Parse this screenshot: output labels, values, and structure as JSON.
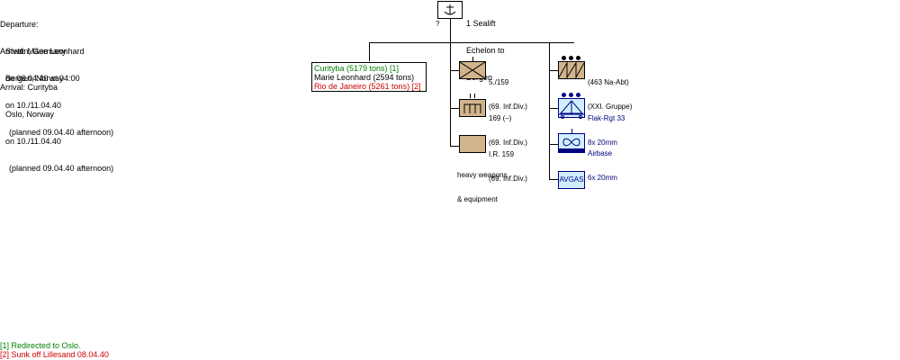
{
  "departure": {
    "heading": "Departure:",
    "place": "Stettin, Germany",
    "time": "on 06.04.40 at 04:00"
  },
  "arrival_1": {
    "heading": "Arrival: Marie Leonhard",
    "place": "Bergen, Norway",
    "date": "on 10./11.04.40",
    "planned": "(planned 09.04.40 afternoon)"
  },
  "arrival_2": {
    "heading": "Arrival: Curityba",
    "place": "Oslo, Norway",
    "date": "on 10./11.04.40",
    "planned": "(planned 09.04.40 afternoon)"
  },
  "root": {
    "line1": "1 Sealift",
    "line2": "Echelon to",
    "line3": "Bergen",
    "question": "?"
  },
  "ships": {
    "ship1": "Curityba (5179 tons) [1]",
    "ship2": "Marie Leonhard (2594 tons)",
    "ship3": "Rio de Janeiro (5261 tons) [2]"
  },
  "units": {
    "u1": {
      "name": "5./159",
      "parent": "(69. Inf.Div.)"
    },
    "u2": {
      "name": "169 (–)",
      "parent": "(69. Inf.Div.)"
    },
    "u3": {
      "name": "I.R. 159",
      "parent": "(69. Inf.Div.)",
      "note1": "heavy weapons",
      "note2": "& equipment"
    },
    "u4": {
      "name": "(463 Na-Abt)",
      "parent": "(XXI. Gruppe)"
    },
    "u5": {
      "name": "Flak-Rgt 33",
      "detail": "8x 20mm"
    },
    "u6": {
      "name": "Airbase",
      "detail": "6x 20mm"
    },
    "u7": {
      "name": "AVGAS"
    }
  },
  "footnotes": {
    "f1": "[1] Redirected to Oslo.",
    "f2": "[2] Sunk off Lillesand 08.04.40"
  },
  "colors": {
    "tan": "#d2b48c",
    "light_blue": "#cfeeff",
    "navy": "#000080",
    "green": "#008000",
    "red": "#cc0000"
  },
  "icons": [
    "anchor-icon",
    "infantry-cross-icon",
    "signal-icon",
    "radar-icon",
    "airbase-icon"
  ]
}
